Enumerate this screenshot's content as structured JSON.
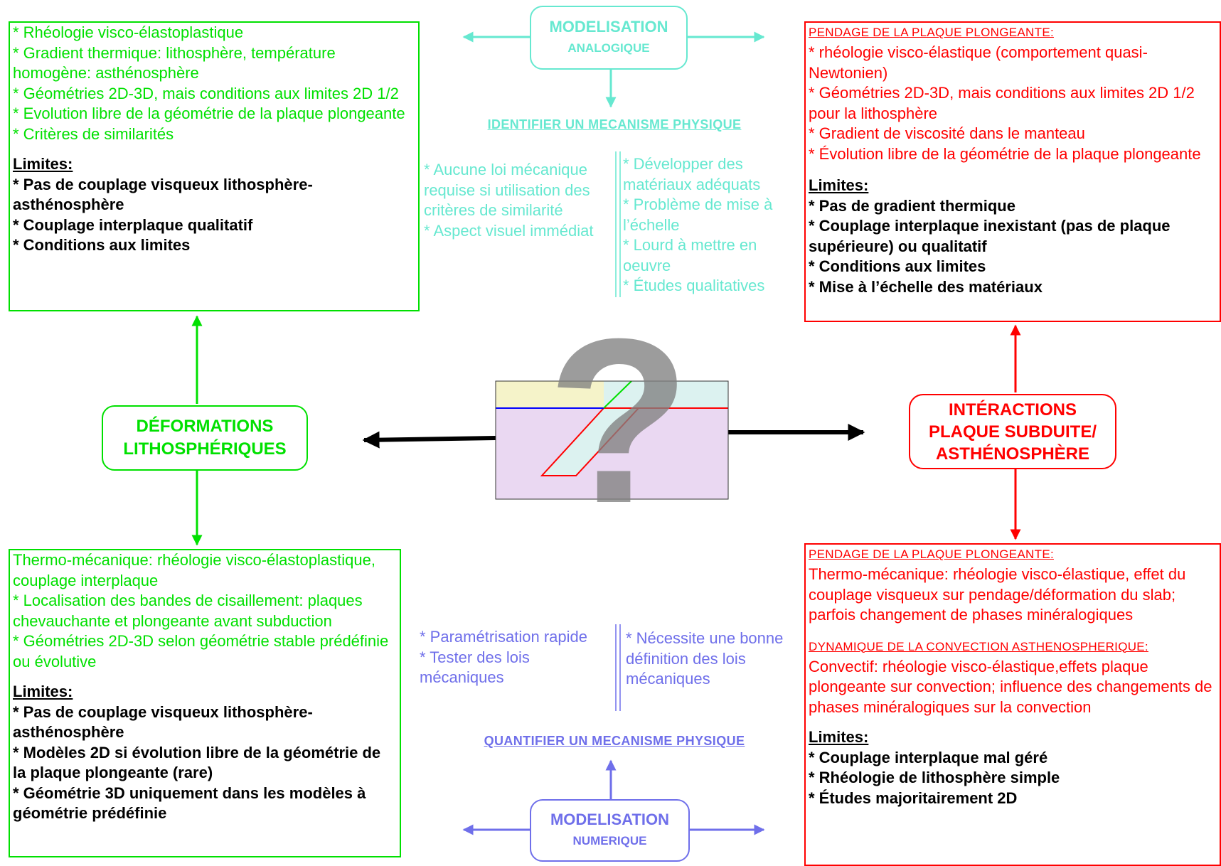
{
  "colors": {
    "green": "#00e000",
    "red": "#ff0000",
    "teal": "#66e8d0",
    "blue": "#6f6fea",
    "black": "#000000",
    "crust_yellow": "#f5f3c9",
    "crust_cyan": "#dcf2f0",
    "mantle_lilac": "#ead8f2",
    "question_grey": "#8a8a8a"
  },
  "nodes": {
    "lithospheric": [
      "DÉFORMATIONS",
      "LITHOSPHÉRIQUES"
    ],
    "interactions": [
      "INTÉRACTIONS",
      "PLAQUE SUBDUITE/",
      "ASTHÉNOSPHÈRE"
    ],
    "analog": [
      "MODELISATION",
      "ANALOGIQUE"
    ],
    "numeric": [
      "MODELISATION",
      "NUMERIQUE"
    ]
  },
  "headings": {
    "identify": "IDENTIFIER UN MECANISME PHYSIQUE",
    "quantify": "QUANTIFIER UN MECANISME PHYSIQUE"
  },
  "top_left": {
    "items": [
      "* Rhéologie visco-élastoplastique",
      "* Gradient thermique: lithosphère, température homogène: asthénosphère",
      "* Géométries 2D-3D, mais conditions aux limites 2D 1/2",
      "* Evolution libre de la géométrie de la plaque plongeante",
      "* Critères de similarités"
    ],
    "limits_label": "Limites:",
    "limits": [
      "* Pas de couplage visqueux lithosphère-asthénosphère",
      "* Couplage interplaque qualitatif",
      "* Conditions aux limites"
    ]
  },
  "top_right": {
    "heading": "PENDAGE DE LA PLAQUE PLONGEANTE:",
    "items": [
      "* rhéologie visco-élastique (comportement quasi-Newtonien)",
      "* Géométries 2D-3D, mais conditions aux limites 2D 1/2 pour la lithosphère",
      "* Gradient de viscosité dans le manteau",
      "* Évolution libre de la géométrie de la plaque plongeante"
    ],
    "limits_label": "Limites:",
    "limits": [
      "* Pas de gradient thermique",
      "* Couplage interplaque inexistant (pas de plaque supérieure) ou qualitatif",
      "* Conditions  aux limites",
      "* Mise à l’échelle des matériaux"
    ]
  },
  "bottom_left": {
    "items": [
      "Thermo-mécanique: rhéologie visco-élastoplastique, couplage interplaque",
      "* Localisation des bandes de cisaillement: plaques chevauchante et plongeante avant subduction",
      "* Géométries 2D-3D selon géométrie stable prédéfinie ou évolutive"
    ],
    "limits_label": "Limites:",
    "limits": [
      "* Pas de couplage visqueux lithosphère-asthénosphère",
      "* Modèles 2D si évolution libre de la géométrie de la plaque plongeante (rare)",
      "* Géométrie 3D uniquement dans les modèles à géométrie prédéfinie"
    ]
  },
  "bottom_right": {
    "heading1": "PENDAGE DE LA PLAQUE PLONGEANTE:",
    "text1": "Thermo-mécanique:  rhéologie visco-élastique, effet du couplage visqueux sur pendage/déformation du slab; parfois changement de phases minéralogiques",
    "heading2": "DYNAMIQUE DE LA CONVECTION ASTHENOSPHERIQUE:",
    "text2": "Convectif: rhéologie  visco-élastique,effets plaque plongeante sur convection; influence des changements de phases minéralogiques sur la convection",
    "limits_label": "Limites:",
    "limits": [
      "* Couplage interplaque mal géré",
      "* Rhéologie de lithosphère simple",
      "* Études majoritairement 2D"
    ]
  },
  "analog_pros": [
    "* Aucune loi mécanique requise si utilisation des critères de similarité",
    "* Aspect visuel immédiat"
  ],
  "analog_cons": [
    "* Développer des matériaux adéquats",
    "* Problème de mise à l’échelle",
    "* Lourd à mettre en oeuvre",
    "* Études qualitatives"
  ],
  "numeric_pros": [
    "* Paramétrisation rapide",
    "* Tester des lois mécaniques"
  ],
  "numeric_cons": [
    "* Nécessite une bonne définition des lois mécaniques"
  ],
  "center_symbol": "?"
}
